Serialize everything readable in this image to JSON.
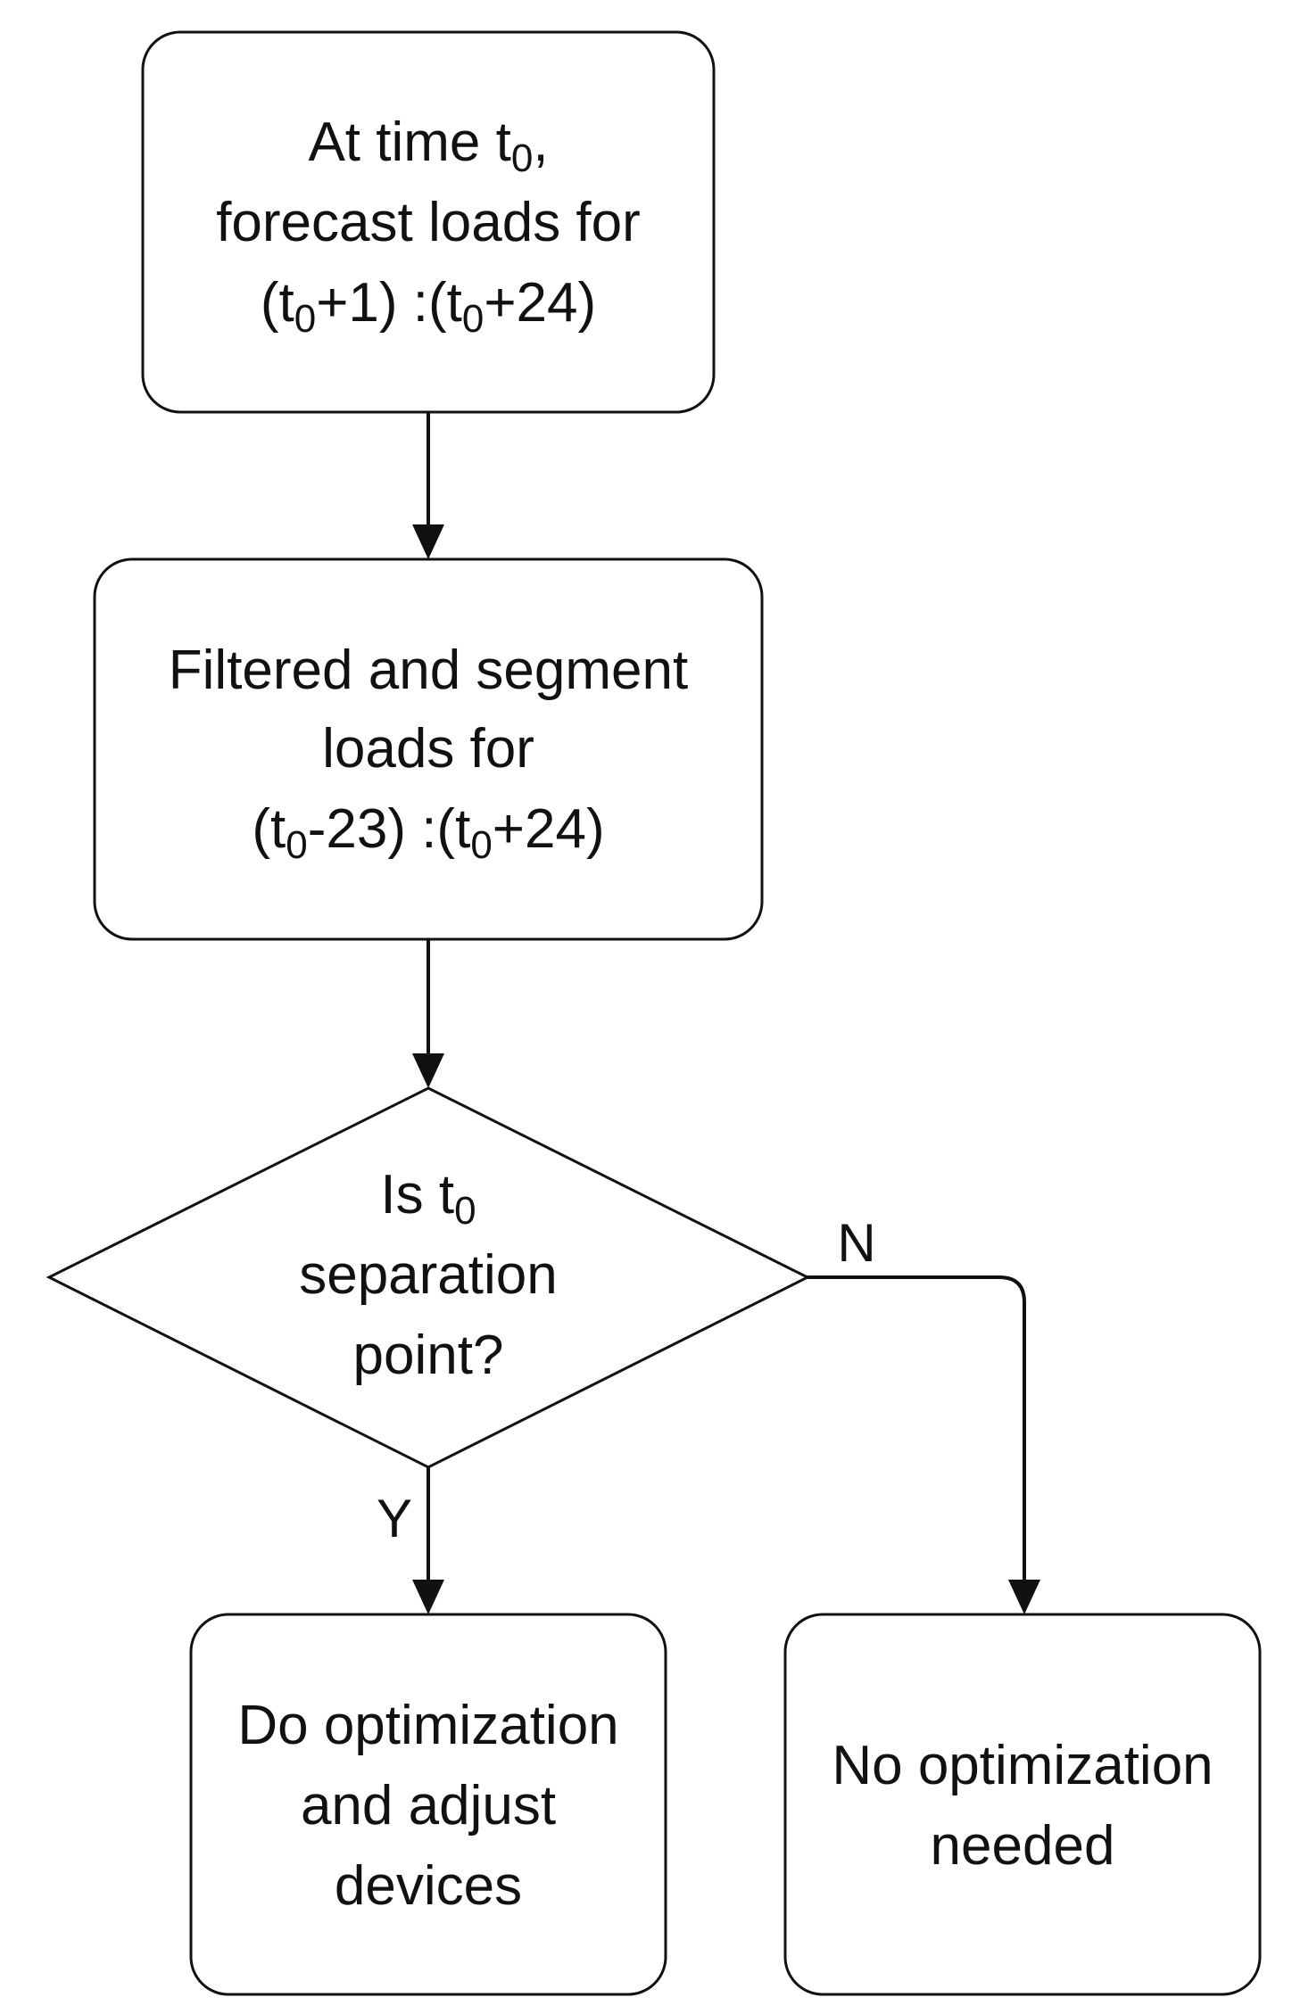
{
  "nodes": {
    "start": {
      "line1_text": "At time t",
      "line1_sub": "0",
      "line1_tail": ",",
      "line2": "forecast loads for",
      "line3_a": "(t",
      "line3_sub1": "0",
      "line3_b": "+1) :(t",
      "line3_sub2": "0",
      "line3_c": "+24)"
    },
    "filter": {
      "line1": "Filtered and segment",
      "line2": "loads for",
      "line3_a": "(t",
      "line3_sub1": "0",
      "line3_b": "-23) :(t",
      "line3_sub2": "0",
      "line3_c": "+24)"
    },
    "decision": {
      "line1_text": "Is t",
      "line1_sub": "0",
      "line2": "separation",
      "line3": "point?"
    },
    "optimize": {
      "line1": "Do optimization",
      "line2": "and adjust",
      "line3": "devices"
    },
    "no_optimize": {
      "line1": "No optimization",
      "line2": "needed"
    }
  },
  "edges": {
    "yes_label": "Y",
    "no_label": "N"
  }
}
